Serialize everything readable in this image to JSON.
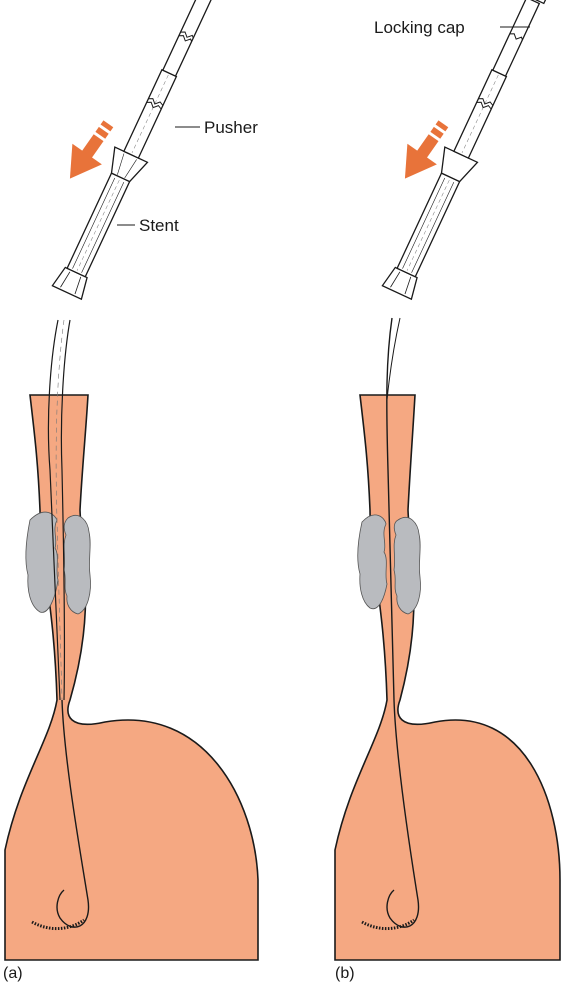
{
  "figure": {
    "panels": [
      {
        "id": "a",
        "caption": "(a)",
        "labels": {
          "pusher": "Pusher",
          "stent": "Stent"
        }
      },
      {
        "id": "b",
        "caption": "(b)",
        "labels": {
          "locking_cap": "Locking cap"
        }
      }
    ],
    "colors": {
      "tissue": "#f5a882",
      "tumour": "#b9bbbf",
      "arrow": "#e8733a",
      "outline": "#1a1a1a",
      "device": "#ffffff"
    }
  }
}
